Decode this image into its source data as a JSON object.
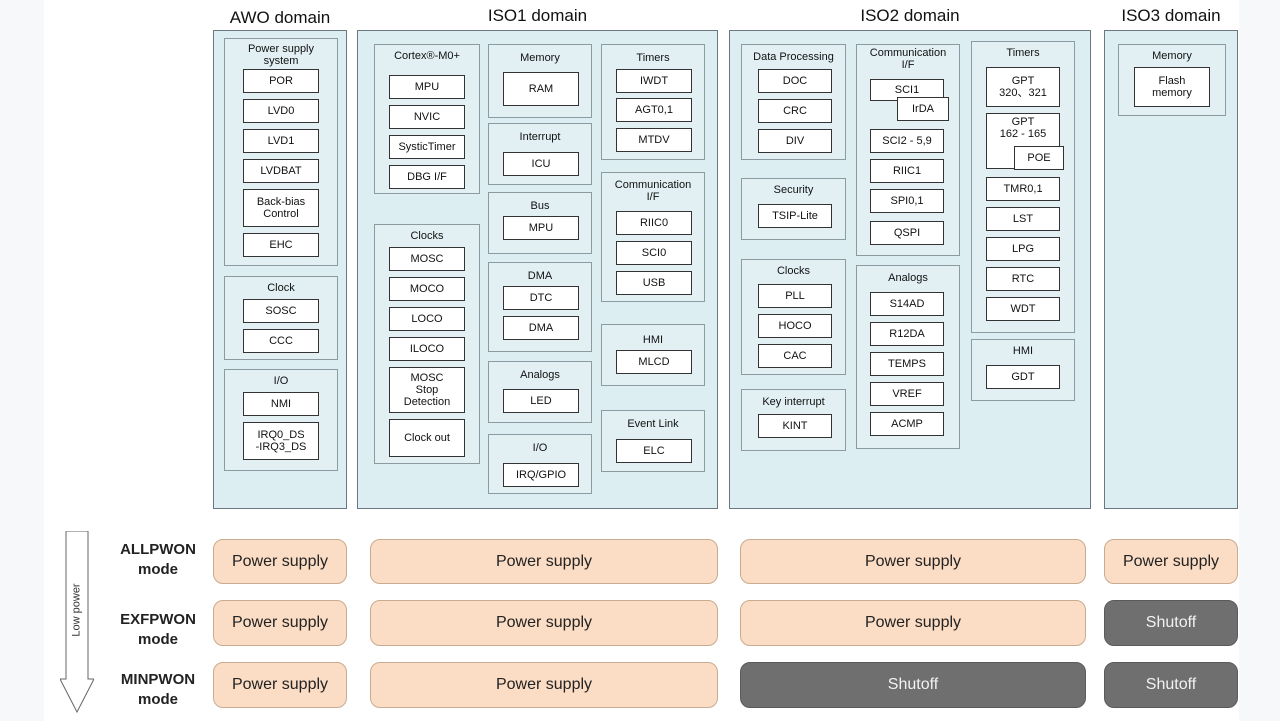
{
  "domains": [
    {
      "title": "AWO domain",
      "groups": [
        {
          "label": "Power supply\nsystem",
          "items": [
            "POR",
            "LVD0",
            "LVD1",
            "LVDBAT",
            "Back-bias\nControl",
            "EHC"
          ]
        },
        {
          "label": "Clock",
          "items": [
            "SOSC",
            "CCC"
          ]
        },
        {
          "label": "I/O",
          "items": [
            "NMI",
            "IRQ0_DS\n-IRQ3_DS"
          ]
        }
      ]
    },
    {
      "title": "ISO1 domain",
      "groups": [
        {
          "label": "Cortex®-M0+",
          "items": [
            "MPU",
            "NVIC",
            "SysticTimer",
            "DBG I/F"
          ]
        },
        {
          "label": "Clocks",
          "items": [
            "MOSC",
            "MOCO",
            "LOCO",
            "ILOCO",
            "MOSC\nStop\nDetection",
            "Clock out"
          ]
        },
        {
          "label": "Memory",
          "items": [
            "RAM"
          ]
        },
        {
          "label": "Interrupt",
          "items": [
            "ICU"
          ]
        },
        {
          "label": "Bus",
          "items": [
            "MPU"
          ]
        },
        {
          "label": "DMA",
          "items": [
            "DTC",
            "DMA"
          ]
        },
        {
          "label": "Analogs",
          "items": [
            "LED"
          ]
        },
        {
          "label": "I/O",
          "items": [
            "IRQ/GPIO"
          ]
        },
        {
          "label": "Timers",
          "items": [
            "IWDT",
            "AGT0,1",
            "MTDV"
          ]
        },
        {
          "label": "Communication\nI/F",
          "items": [
            "RIIC0",
            "SCI0",
            "USB"
          ]
        },
        {
          "label": "HMI",
          "items": [
            "MLCD"
          ]
        },
        {
          "label": "Event Link",
          "items": [
            "ELC"
          ]
        }
      ]
    },
    {
      "title": "ISO2 domain",
      "groups": [
        {
          "label": "Data Processing",
          "items": [
            "DOC",
            "CRC",
            "DIV"
          ]
        },
        {
          "label": "Security",
          "items": [
            "TSIP-Lite"
          ]
        },
        {
          "label": "Clocks",
          "items": [
            "PLL",
            "HOCO",
            "CAC"
          ]
        },
        {
          "label": "Key interrupt",
          "items": [
            "KINT"
          ]
        },
        {
          "label": "Communication\nI/F",
          "items": [
            "SCI1",
            "IrDA",
            "SCI2 - 5,9",
            "RIIC1",
            "SPI0,1",
            "QSPI"
          ]
        },
        {
          "label": "Analogs",
          "items": [
            "S14AD",
            "R12DA",
            "TEMPS",
            "VREF",
            "ACMP"
          ]
        },
        {
          "label": "Timers",
          "items": [
            "GPT\n320、321",
            "GPT\n162 - 165",
            "POE",
            "TMR0,1",
            "LST",
            "LPG",
            "RTC",
            "WDT"
          ]
        },
        {
          "label": "HMI",
          "items": [
            "GDT"
          ]
        }
      ]
    },
    {
      "title": "ISO3 domain",
      "groups": [
        {
          "label": "Memory",
          "items": [
            "Flash\nmemory"
          ]
        }
      ]
    }
  ],
  "arrow_label": "Low power",
  "modes": [
    {
      "label": "ALLPWON\nmode",
      "states": [
        "Power supply",
        "Power supply",
        "Power supply",
        "Power supply"
      ]
    },
    {
      "label": "EXFPWON\nmode",
      "states": [
        "Power supply",
        "Power supply",
        "Power supply",
        "Shutoff"
      ]
    },
    {
      "label": "MINPWON\nmode",
      "states": [
        "Power supply",
        "Power supply",
        "Shutoff",
        "Shutoff"
      ]
    }
  ]
}
